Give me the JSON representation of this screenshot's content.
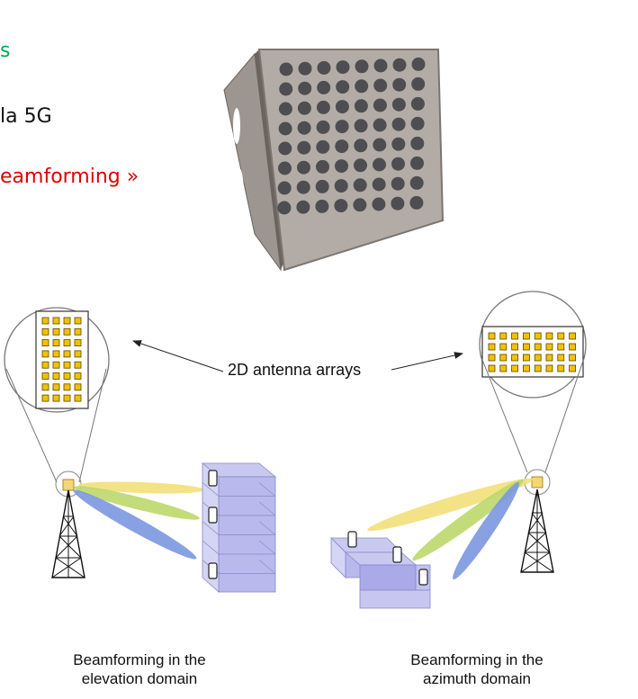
{
  "bullets": [
    {
      "text": "s",
      "color": "#00a651"
    },
    {
      "text": "la 5G",
      "color": "#111111"
    },
    {
      "text": "eamforming »",
      "color": "#e00000"
    }
  ],
  "diagram": {
    "label_center": "2D antenna arrays",
    "caption_left": [
      "Beamforming in the",
      "elevation domain"
    ],
    "caption_right": [
      "Beamforming in the",
      "azimuth domain"
    ]
  },
  "colors": {
    "beam_yellow": "#f3df7a",
    "beam_green": "#bcd86a",
    "beam_blue": "#7b97e0",
    "building": "#a9a9e6",
    "antenna_element": "#f2c200",
    "panel": "#b3aca6"
  }
}
